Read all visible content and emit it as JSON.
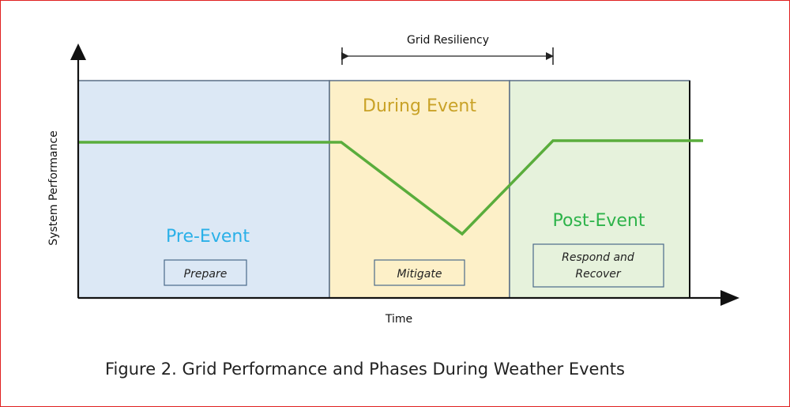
{
  "diagram": {
    "y_axis_label": "System Performance",
    "x_axis_label": "Time",
    "span_label": "Grid Resiliency",
    "caption": "Figure 2.  Grid Performance and Phases During Weather Events",
    "phases": [
      {
        "title": "Pre-Event",
        "box": [
          "Prepare"
        ],
        "fill": "#dce8f5",
        "title_color": "#2ab0e8"
      },
      {
        "title": "During Event",
        "box": [
          "Mitigate"
        ],
        "fill": "#fdf0c8",
        "title_color": "#c9a227"
      },
      {
        "title": "Post-Event",
        "box": [
          "Respond and",
          "Recover"
        ],
        "fill": "#e6f2dc",
        "title_color": "#2db34a"
      }
    ],
    "colors": {
      "performance_line": "#5aad3c",
      "frame": "#e02020",
      "axis": "#111111",
      "panel_border": "#5a6e85"
    }
  }
}
